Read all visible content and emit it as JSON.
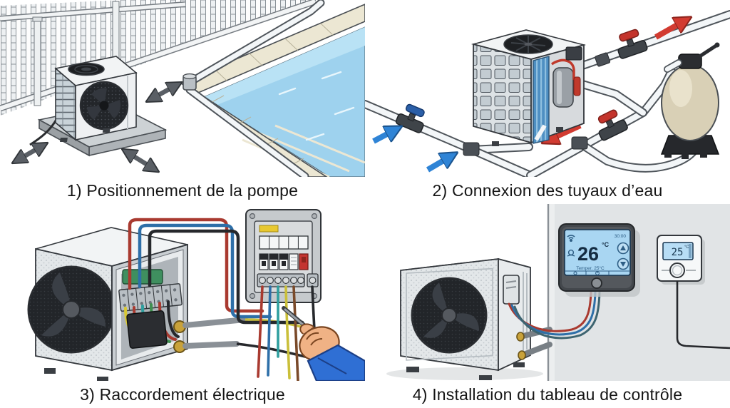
{
  "panels": [
    {
      "caption": "1) Positionnement de la pompe"
    },
    {
      "caption": "2) Connexion des tuyaux d’eau"
    },
    {
      "caption": "3) Raccordement électrique"
    },
    {
      "caption": "4) Installation du tableau de contrôle"
    }
  ],
  "panel4": {
    "main_controller": {
      "time": "30:00",
      "temperature": "26",
      "unit": "°C",
      "sub_label": "Temper. 25°C"
    },
    "wall_thermostat": {
      "temperature": "25",
      "unit": "°C"
    }
  },
  "colors": {
    "water_in_arrow": "#2f84d6",
    "water_out_arrow": "#d23b31",
    "pool_water": "#9ed2ee",
    "coping": "#ece7d3",
    "lcd_screen": "#a9d6f2",
    "caption_text": "#151515"
  }
}
